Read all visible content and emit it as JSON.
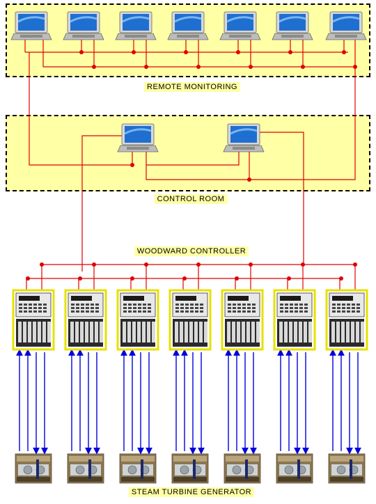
{
  "labels": {
    "remote": "REMOTE MONITORING",
    "control": "CONTROL ROOM",
    "controller": "WOODWARD CONTROLLER",
    "generator": "STEAM TURBINE GENERATOR"
  },
  "counts": {
    "remote_laptops": 7,
    "control_laptops": 2,
    "controllers": 7,
    "generators": 7
  },
  "colors": {
    "zone_fill": "#ffffa6",
    "network_line": "#e00000",
    "io_signal": "#0000dd",
    "controller_border": "#e8e000",
    "laptop_screen": "#1f6fd0"
  },
  "icons": {
    "laptop": "laptop-icon",
    "controller": "controller-cabinet-icon",
    "generator": "turbine-photo-icon"
  }
}
